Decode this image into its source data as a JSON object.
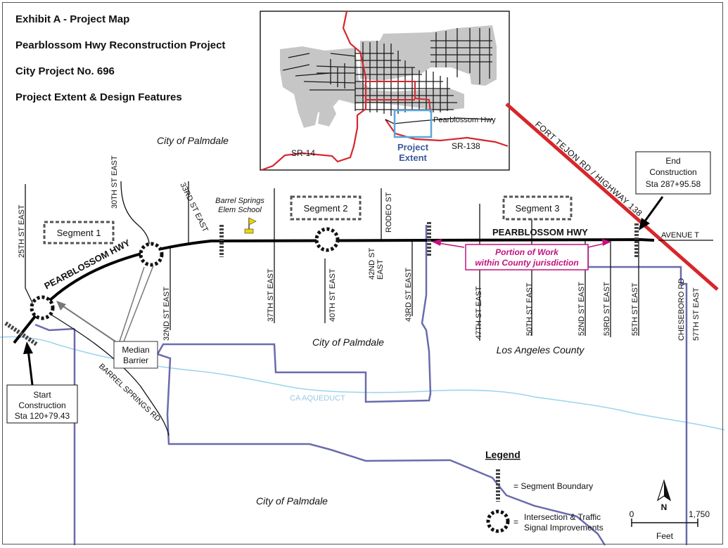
{
  "titles": [
    "Exhibit A - Project Map",
    "Pearblossom Hwy Reconstruction Project",
    "City Project No. 696",
    "Project Extent & Design Features"
  ],
  "city_label_top": "City of Palmdale",
  "city_label_mid": "City of Palmdale",
  "city_label_bottom": "City of Palmdale",
  "county_label": "Los Angeles County",
  "inset": {
    "sr14": "SR-14",
    "sr138": "SR-138",
    "pearblossom": "Pearblossom Hwy",
    "project_extent_line1": "Project",
    "project_extent_line2": "Extent"
  },
  "highway_label": "PEARBLOSSOM HWY",
  "highway_label_curve": "PEARBLOSSOM HWY",
  "fort_tejon": "FORT TEJON RD / HIGHWAY 138",
  "avenue_t": "AVENUE T",
  "barrel_springs_rd": "BARREL SPRINGS RD",
  "aqueduct": "CA AQUEDUCT",
  "school_line1": "Barrel Springs",
  "school_line2": "Elem School",
  "segments": [
    "Segment 1",
    "Segment 2",
    "Segment 3"
  ],
  "median_barrier_line1": "Median",
  "median_barrier_line2": "Barrier",
  "start_box": [
    "Start",
    "Construction",
    "Sta 120+79.43"
  ],
  "end_box": [
    "End",
    "Construction",
    "Sta 287+95.58"
  ],
  "county_work_line1": "Portion of Work",
  "county_work_line2": "within County jurisdiction",
  "streets": {
    "s25": "25TH ST EAST",
    "s30": "30TH ST EAST",
    "s33": "33RD ST EAST",
    "s32": "32ND ST EAST",
    "s37": "37TH ST EAST",
    "s40": "40TH ST EAST",
    "s42a": "42ND ST",
    "s42b": "EAST",
    "rodeo": "RODEO ST",
    "s43": "43RD ST EAST",
    "s47": "47TH ST EAST",
    "s50": "50TH ST EAST",
    "s52": "52ND ST EAST",
    "s53": "53RD ST EAST",
    "s55": "55TH ST EAST",
    "cheseboro": "CHESEBORO RD",
    "s57": "57TH ST EAST"
  },
  "legend": {
    "title": "Legend",
    "segment_boundary": "= Segment Boundary",
    "intersection_line1": "Intersection & Traffic",
    "intersection_line2": "Signal Improvements",
    "eq": "="
  },
  "scale": {
    "zero": "0",
    "max": "1,750",
    "unit": "Feet",
    "north": "N"
  },
  "colors": {
    "highway": "#000000",
    "fort_tejon": "#d7262b",
    "city_boundary": "#6a6aae",
    "aqueduct": "#9cd4ec",
    "county_callout": "#c2127e",
    "inset_city_fill": "#c6c6c6",
    "project_extent": "#5aa6dd",
    "project_extent_text": "#3c5a9a"
  }
}
